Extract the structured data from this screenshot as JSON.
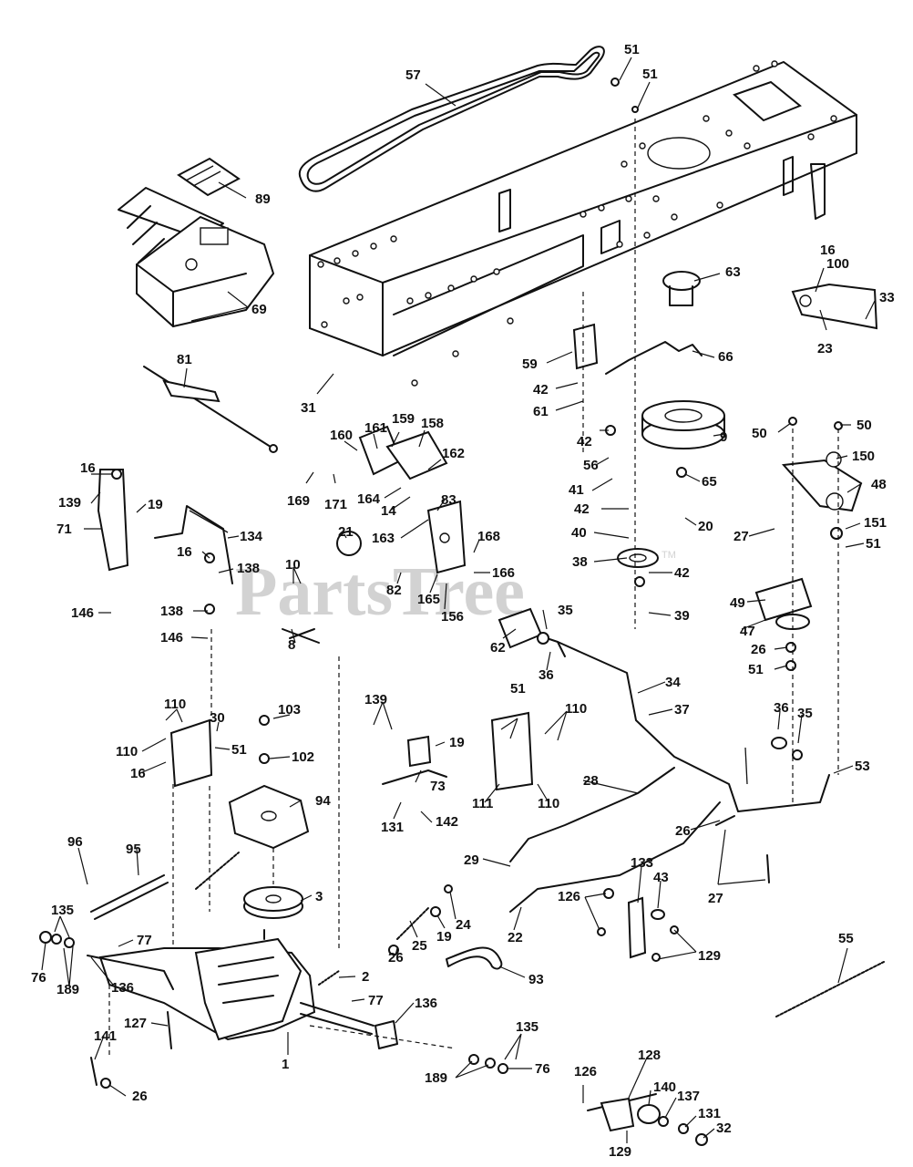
{
  "watermark": {
    "text": "PartsTree",
    "trademark": "TM"
  },
  "labels": [
    {
      "id": "57",
      "text": "57"
    },
    {
      "id": "51a",
      "text": "51"
    },
    {
      "id": "51b",
      "text": "51"
    },
    {
      "id": "89",
      "text": "89"
    },
    {
      "id": "69",
      "text": "69"
    },
    {
      "id": "63",
      "text": "63"
    },
    {
      "id": "16a",
      "text": "16"
    },
    {
      "id": "100",
      "text": "100"
    },
    {
      "id": "33",
      "text": "33"
    },
    {
      "id": "23",
      "text": "23"
    },
    {
      "id": "81",
      "text": "81"
    },
    {
      "id": "59",
      "text": "59"
    },
    {
      "id": "66",
      "text": "66"
    },
    {
      "id": "42a",
      "text": "42"
    },
    {
      "id": "61",
      "text": "61"
    },
    {
      "id": "31",
      "text": "31"
    },
    {
      "id": "160",
      "text": "160"
    },
    {
      "id": "161",
      "text": "161"
    },
    {
      "id": "159",
      "text": "159"
    },
    {
      "id": "158",
      "text": "158"
    },
    {
      "id": "162",
      "text": "162"
    },
    {
      "id": "9",
      "text": "9"
    },
    {
      "id": "50a",
      "text": "50"
    },
    {
      "id": "50b",
      "text": "50"
    },
    {
      "id": "42b",
      "text": "42"
    },
    {
      "id": "150",
      "text": "150"
    },
    {
      "id": "56",
      "text": "56"
    },
    {
      "id": "65",
      "text": "65"
    },
    {
      "id": "48",
      "text": "48"
    },
    {
      "id": "16b",
      "text": "16"
    },
    {
      "id": "139a",
      "text": "139"
    },
    {
      "id": "19a",
      "text": "19"
    },
    {
      "id": "169",
      "text": "169"
    },
    {
      "id": "171",
      "text": "171"
    },
    {
      "id": "164",
      "text": "164"
    },
    {
      "id": "14",
      "text": "14"
    },
    {
      "id": "41",
      "text": "41"
    },
    {
      "id": "83",
      "text": "83"
    },
    {
      "id": "163",
      "text": "163"
    },
    {
      "id": "71",
      "text": "71"
    },
    {
      "id": "134",
      "text": "134"
    },
    {
      "id": "42c",
      "text": "42"
    },
    {
      "id": "20",
      "text": "20"
    },
    {
      "id": "27a",
      "text": "27"
    },
    {
      "id": "151",
      "text": "151"
    },
    {
      "id": "21",
      "text": "21"
    },
    {
      "id": "40",
      "text": "40"
    },
    {
      "id": "168",
      "text": "168"
    },
    {
      "id": "16c",
      "text": "16"
    },
    {
      "id": "51c",
      "text": "51"
    },
    {
      "id": "10",
      "text": "10"
    },
    {
      "id": "138a",
      "text": "138"
    },
    {
      "id": "38",
      "text": "38"
    },
    {
      "id": "166",
      "text": "166"
    },
    {
      "id": "42d",
      "text": "42"
    },
    {
      "id": "82",
      "text": "82"
    },
    {
      "id": "49",
      "text": "49"
    },
    {
      "id": "165",
      "text": "165"
    },
    {
      "id": "146a",
      "text": "146"
    },
    {
      "id": "138b",
      "text": "138"
    },
    {
      "id": "35a",
      "text": "35"
    },
    {
      "id": "39",
      "text": "39"
    },
    {
      "id": "156",
      "text": "156"
    },
    {
      "id": "47",
      "text": "47"
    },
    {
      "id": "146b",
      "text": "146"
    },
    {
      "id": "62",
      "text": "62"
    },
    {
      "id": "26a",
      "text": "26"
    },
    {
      "id": "8",
      "text": "8"
    },
    {
      "id": "51d",
      "text": "51"
    },
    {
      "id": "36a",
      "text": "36"
    },
    {
      "id": "34",
      "text": "34"
    },
    {
      "id": "110a",
      "text": "110"
    },
    {
      "id": "103",
      "text": "103"
    },
    {
      "id": "139b",
      "text": "139"
    },
    {
      "id": "51e",
      "text": "51"
    },
    {
      "id": "110b",
      "text": "110"
    },
    {
      "id": "37",
      "text": "37"
    },
    {
      "id": "30",
      "text": "30"
    },
    {
      "id": "36b",
      "text": "36"
    },
    {
      "id": "35b",
      "text": "35"
    },
    {
      "id": "19b",
      "text": "19"
    },
    {
      "id": "110c",
      "text": "110"
    },
    {
      "id": "51f",
      "text": "51"
    },
    {
      "id": "102",
      "text": "102"
    },
    {
      "id": "16d",
      "text": "16"
    },
    {
      "id": "53",
      "text": "53"
    },
    {
      "id": "73",
      "text": "73"
    },
    {
      "id": "28",
      "text": "28"
    },
    {
      "id": "94",
      "text": "94"
    },
    {
      "id": "111",
      "text": "111"
    },
    {
      "id": "110d",
      "text": "110"
    },
    {
      "id": "131a",
      "text": "131"
    },
    {
      "id": "142",
      "text": "142"
    },
    {
      "id": "26b",
      "text": "26"
    },
    {
      "id": "96",
      "text": "96"
    },
    {
      "id": "95",
      "text": "95"
    },
    {
      "id": "29",
      "text": "29"
    },
    {
      "id": "133",
      "text": "133"
    },
    {
      "id": "43",
      "text": "43"
    },
    {
      "id": "27b",
      "text": "27"
    },
    {
      "id": "3",
      "text": "3"
    },
    {
      "id": "126a",
      "text": "126"
    },
    {
      "id": "135a",
      "text": "135"
    },
    {
      "id": "25",
      "text": "25"
    },
    {
      "id": "19c",
      "text": "19"
    },
    {
      "id": "24",
      "text": "24"
    },
    {
      "id": "22",
      "text": "22"
    },
    {
      "id": "77a",
      "text": "77"
    },
    {
      "id": "129a",
      "text": "129"
    },
    {
      "id": "55",
      "text": "55"
    },
    {
      "id": "76a",
      "text": "76"
    },
    {
      "id": "26c",
      "text": "26"
    },
    {
      "id": "189a",
      "text": "189"
    },
    {
      "id": "136a",
      "text": "136"
    },
    {
      "id": "2",
      "text": "2"
    },
    {
      "id": "93",
      "text": "93"
    },
    {
      "id": "77b",
      "text": "77"
    },
    {
      "id": "136b",
      "text": "136"
    },
    {
      "id": "127",
      "text": "127"
    },
    {
      "id": "141",
      "text": "141"
    },
    {
      "id": "135b",
      "text": "135"
    },
    {
      "id": "1",
      "text": "1"
    },
    {
      "id": "76b",
      "text": "76"
    },
    {
      "id": "189b",
      "text": "189"
    },
    {
      "id": "128",
      "text": "128"
    },
    {
      "id": "26d",
      "text": "26"
    },
    {
      "id": "126b",
      "text": "126"
    },
    {
      "id": "140",
      "text": "140"
    },
    {
      "id": "137",
      "text": "137"
    },
    {
      "id": "131b",
      "text": "131"
    },
    {
      "id": "32",
      "text": "32"
    },
    {
      "id": "129b",
      "text": "129"
    }
  ]
}
